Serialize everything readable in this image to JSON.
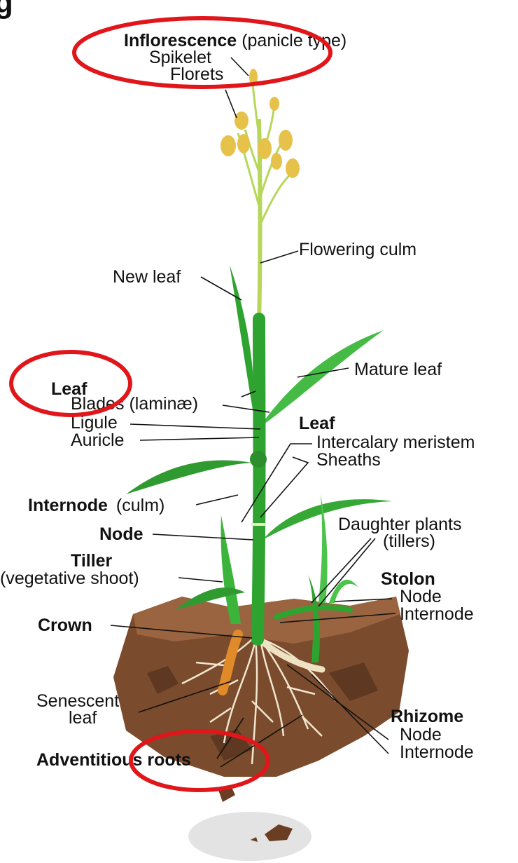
{
  "diagram": {
    "corner_glyph": "g",
    "labels": {
      "inflorescence": "Inflorescence",
      "inflorescence_note": "(panicle type)",
      "spikelet": "Spikelet",
      "florets": "Florets",
      "flowering_culm": "Flowering culm",
      "new_leaf": "New leaf",
      "mature_leaf": "Mature leaf",
      "leaf_left": "Leaf",
      "blades": "Blades",
      "blades_note": "(laminæ)",
      "ligule": "Ligule",
      "auricle": "Auricle",
      "leaf_right": "Leaf",
      "intercalary_meristem": "Intercalary meristem",
      "sheaths": "Sheaths",
      "internode": "Internode",
      "internode_note": "(culm)",
      "node": "Node",
      "daughter_plants": "Daughter plants",
      "daughter_plants_note": "(tillers)",
      "tiller": "Tiller",
      "tiller_note": "(vegetative shoot)",
      "stolon": "Stolon",
      "stolon_node": "Node",
      "stolon_internode": "Internode",
      "crown": "Crown",
      "senescent_leaf_1": "Senescent",
      "senescent_leaf_2": "leaf",
      "rhizome": "Rhizome",
      "rhizome_node": "Node",
      "rhizome_internode": "Internode",
      "adventitious_roots": "Adventitious roots"
    },
    "colors": {
      "highlight_circle": "#e0161b",
      "culm_green": "#2fa32f",
      "flowering_culm": "#b6d75a",
      "light_leaf": "#4cc44c",
      "soil": "#7a4b2c",
      "soil_top": "#9a6440",
      "roots": "#f2e6d0",
      "florets": "#e6c24a",
      "shadow": "#e3e3e3"
    }
  }
}
